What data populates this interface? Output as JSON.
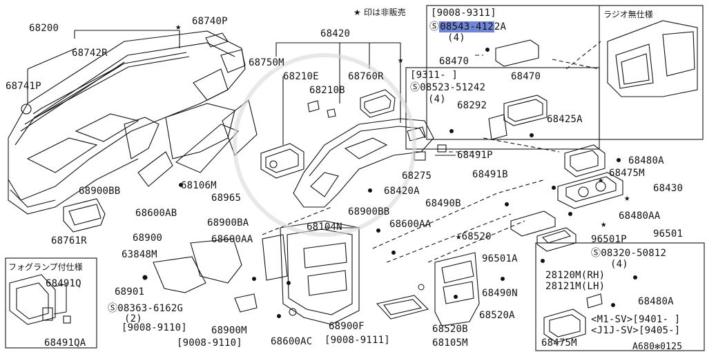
{
  "legend": "★ 印は非販売",
  "diagram_code": "A680✻0125",
  "inset_radio": {
    "title": "ラジオ無仕様"
  },
  "inset_foglamp": {
    "title": "フォグランプ付仕様",
    "parts": [
      "68491Q",
      "68491QA"
    ]
  },
  "range_9008_9311": {
    "date": "[9008-9311]",
    "screw_prefix": "Ⓢ",
    "screw_highlighted": "08543-412",
    "screw_suffix": "2A",
    "qty": "(4)",
    "part": "68470"
  },
  "range_9311": {
    "date": "[9311-     ]",
    "screw": "Ⓢ08523-51242",
    "qty": "(4)",
    "parts": [
      "68470",
      "68292",
      "68425A"
    ]
  },
  "bottom_right_box": {
    "screw": "Ⓢ08320-50812",
    "qty": "(4)",
    "part_rh": "28120M(RH)",
    "part_lh": "28121M(LH)",
    "part_a": "68480A",
    "spec1": "<M1-SV>[9401-  ]",
    "spec2": "<J1J-SV>[9405-]",
    "part_b": "68475M"
  },
  "labels": {
    "p68200": "68200",
    "p68740P": "68740P",
    "p68742R": "68742R",
    "p68741P": "68741P",
    "p68420": "68420",
    "p68750M": "68750M",
    "p68210E": "68210E",
    "p68210B": "68210B",
    "p68760R": "68760R",
    "p68491P": "68491P",
    "p68275": "68275",
    "p68420A": "68420A",
    "p68900BB_a": "68900BB",
    "p68106M": "68106M",
    "p68965": "68965",
    "p68600AB": "68600AB",
    "p68761R": "68761R",
    "p68480A_top": "68480A",
    "p68475M_top": "68475M",
    "p68491B": "68491B",
    "p68430": "68430",
    "p68490B": "68490B",
    "p68480AA": "68480AA",
    "p68900BB_b": "68900BB",
    "p68600AA_a": "68600AA",
    "p68900BA": "68900BA",
    "p68104N": "68104N",
    "p96501": "96501",
    "p96501P": "96501P",
    "p68520": "★68520",
    "p68900": "68900",
    "p68600AA_b": "68600AA",
    "p63848M": "63848M",
    "p96501A": "96501A",
    "p68901": "68901",
    "p68490N": "68490N",
    "screw_6162G": "Ⓢ08363-6162G",
    "qty2": "(2)",
    "date_9008_9110_a": "[9008-9110]",
    "p68520A": "68520A",
    "p68900M": "68900M",
    "p68900F": "68900F",
    "p68520B": "68520B",
    "date_9008_9110_b": "[9008-9110]",
    "p68600AC": "68600AC",
    "date_9008_9111": "[9008-9111]",
    "p68105M": "68105M"
  }
}
